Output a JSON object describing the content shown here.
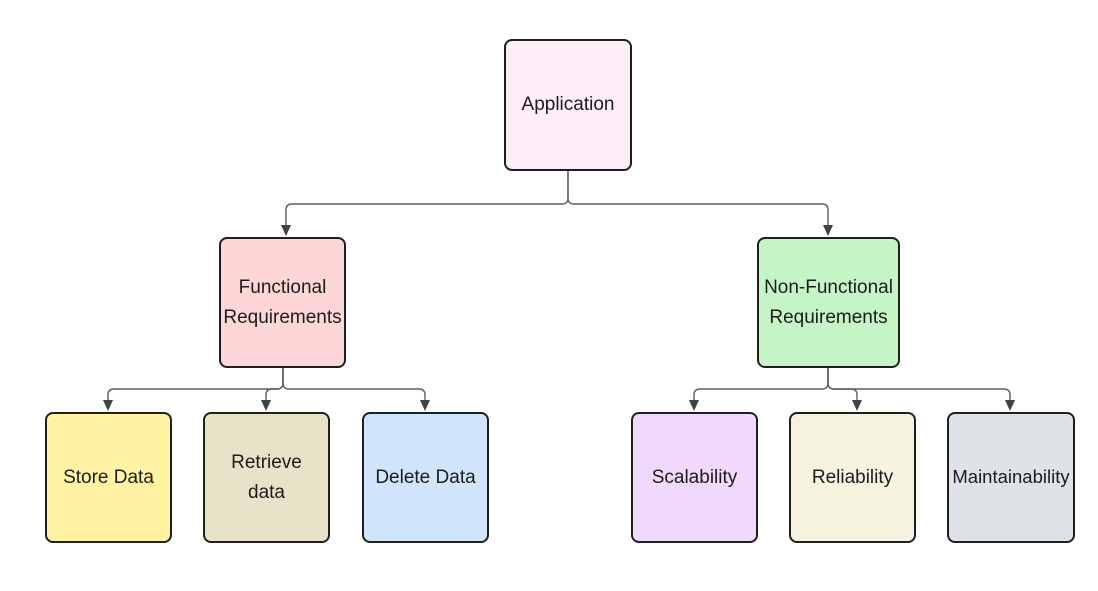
{
  "diagram": {
    "nodes": {
      "application": {
        "label": "Application",
        "fill": "#fdeef8"
      },
      "functional": {
        "label": "Functional\nRequirements",
        "fill": "#fdd6d6"
      },
      "nonfunctional": {
        "label": "Non-Functional\nRequirements",
        "fill": "#c5f5c6"
      },
      "store": {
        "label": "Store Data",
        "fill": "#fff3a3"
      },
      "retrieve": {
        "label": "Retrieve\ndata",
        "fill": "#e9e1c8"
      },
      "delete": {
        "label": "Delete Data",
        "fill": "#d0e4fb"
      },
      "scalability": {
        "label": "Scalability",
        "fill": "#f0d9fb"
      },
      "reliability": {
        "label": "Reliability",
        "fill": "#f6f2e0"
      },
      "maintainability": {
        "label": "Maintainability",
        "fill": "#dfe2e6"
      }
    },
    "edges": [
      {
        "from": "application",
        "to": "functional"
      },
      {
        "from": "application",
        "to": "nonfunctional"
      },
      {
        "from": "functional",
        "to": "store"
      },
      {
        "from": "functional",
        "to": "retrieve"
      },
      {
        "from": "functional",
        "to": "delete"
      },
      {
        "from": "nonfunctional",
        "to": "scalability"
      },
      {
        "from": "nonfunctional",
        "to": "reliability"
      },
      {
        "from": "nonfunctional",
        "to": "maintainability"
      }
    ],
    "colors": {
      "border": "#1f1f1f",
      "connector": "#5a5f66"
    }
  }
}
